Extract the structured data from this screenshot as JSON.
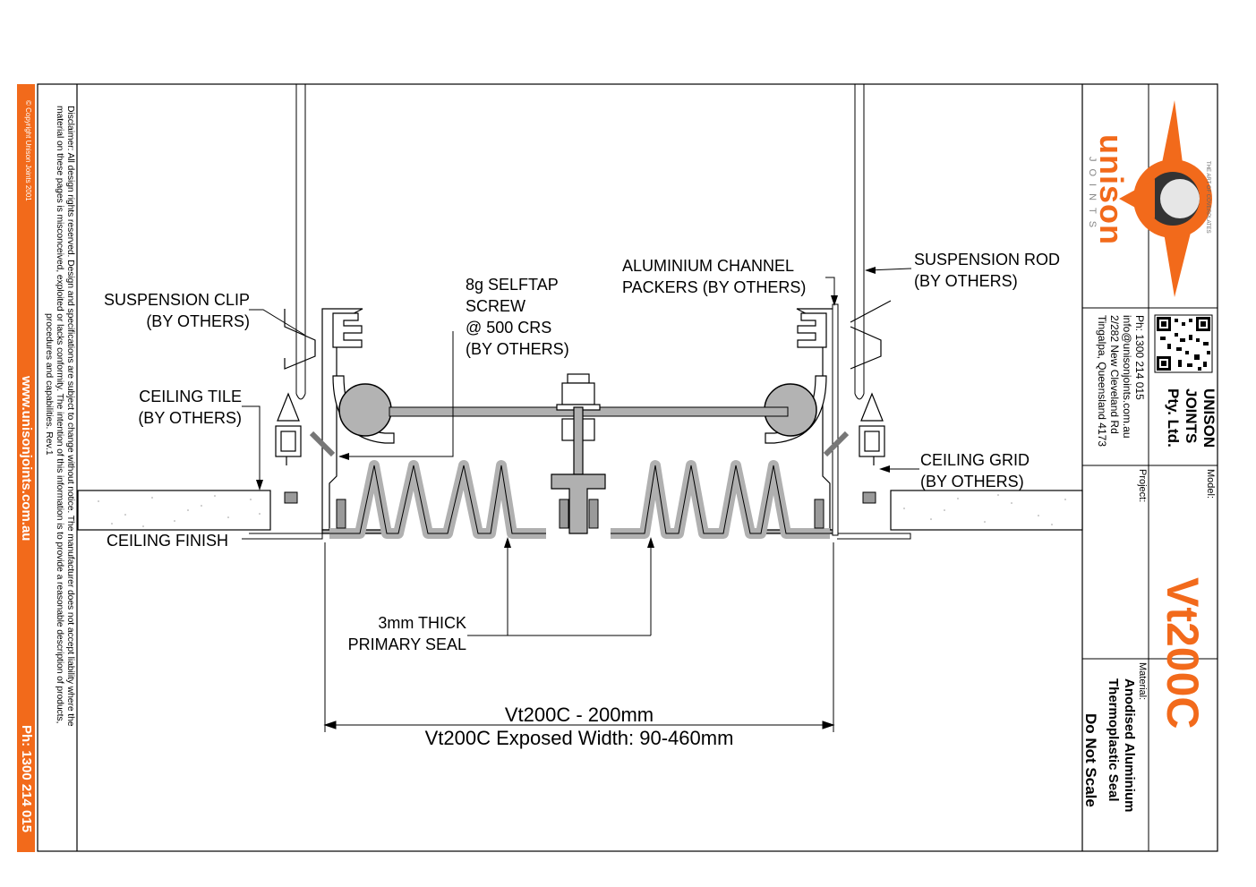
{
  "sidebar": {
    "copyright": "© Copyright Unison Joints 2001",
    "website": "www.unisonjoints.com.au",
    "phone": "Ph: 1300 214 015",
    "disclaimer_line1": "Disclaimer: All design rights reserved. Design and specifications are subject to change without notice. The manufacturer does not accept liability where the",
    "disclaimer_line2": "material on these pages is misconceived, exploited or lacks conformity. The intention of this information is to provide a reasonable description of products,",
    "disclaimer_line3": "procedures and capabilities. Rev.1"
  },
  "labels": {
    "suspension_clip": [
      "SUSPENSION CLIP",
      "(BY OTHERS)"
    ],
    "ceiling_tile": [
      "CEILING TILE",
      "(BY OTHERS)"
    ],
    "ceiling_finish": "CEILING FINISH",
    "selftap_screw": [
      "8g SELFTAP",
      "SCREW",
      "@ 500 CRS",
      "(BY OTHERS)"
    ],
    "aluminium_packers": [
      "ALUMINIUM CHANNEL",
      "PACKERS (BY OTHERS)"
    ],
    "suspension_rod": [
      "SUSPENSION ROD",
      "(BY OTHERS)"
    ],
    "ceiling_grid": [
      "CEILING GRID",
      "(BY OTHERS)"
    ],
    "primary_seal": [
      "3mm THICK",
      "PRIMARY SEAL"
    ],
    "dimension": "Vt200C - 200mm",
    "exposed_width": "Vt200C Exposed Width: 90-460mm"
  },
  "title_block": {
    "logo_word": "unison",
    "logo_sub": "JOINTS",
    "logo_tagline": "THE ART OF COVERPLATES",
    "company": [
      "UNISON",
      "JOINTS",
      "Pty. Ltd."
    ],
    "contact": [
      "Ph: 1300 214 015",
      "info@unisonjoints.com.au",
      "2/282 New Cleveland Rd",
      "Tingalpa, Queensland 4173"
    ],
    "model_label": "Model:",
    "project_label": "Project:",
    "model": "Vt200C",
    "material_label": "Material:",
    "material": [
      "Anodised Aluminium",
      "Thermoplastic Seal"
    ],
    "note": "Do Not Scale"
  },
  "colors": {
    "brand": "#f26a1b",
    "seal": "#b0b0b0"
  }
}
